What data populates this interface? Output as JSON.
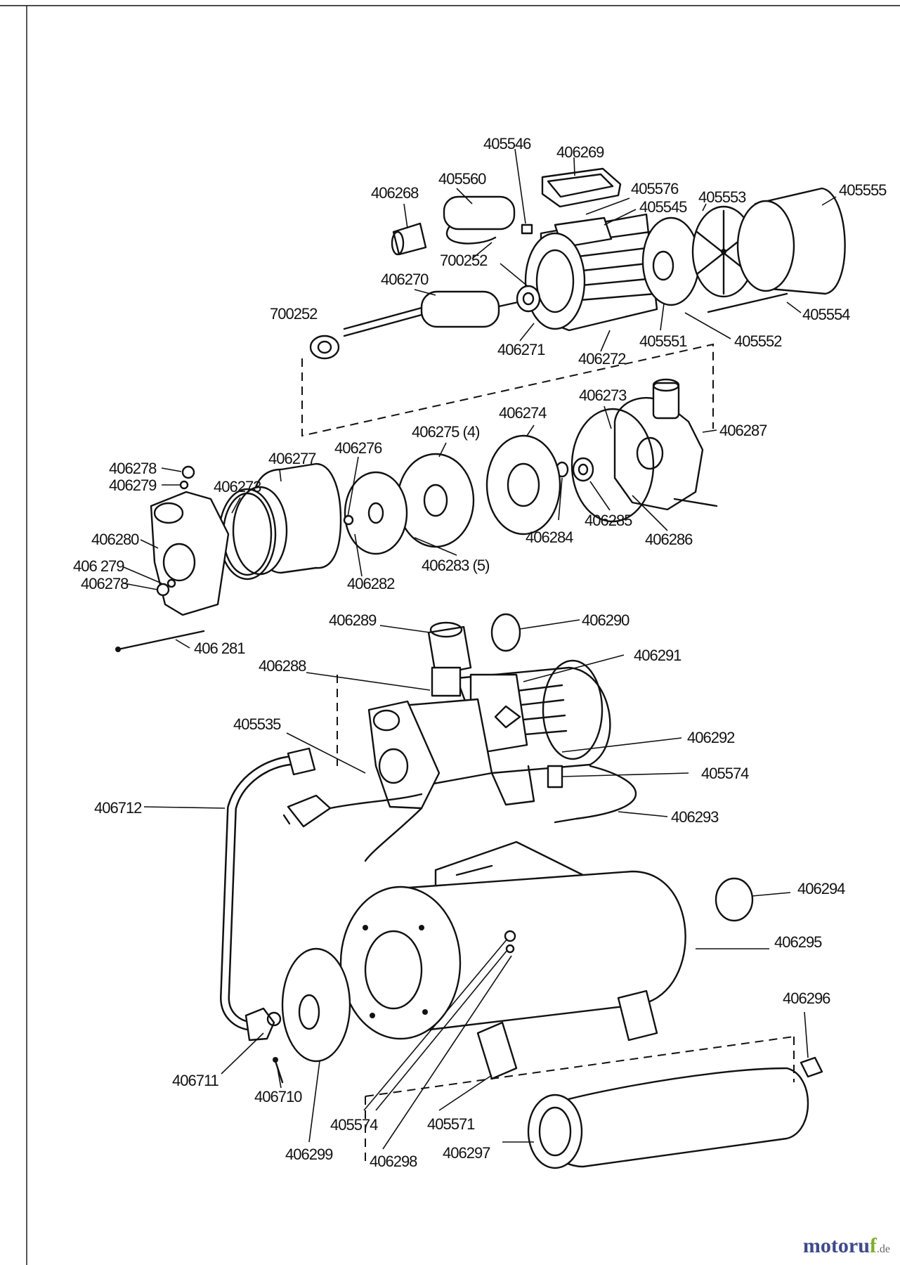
{
  "parts": [
    {
      "id": "p405546",
      "label": "405546"
    },
    {
      "id": "p406269",
      "label": "406269"
    },
    {
      "id": "p405560",
      "label": "405560"
    },
    {
      "id": "p406268",
      "label": "406268"
    },
    {
      "id": "p405576",
      "label": "405576"
    },
    {
      "id": "p405545",
      "label": "405545"
    },
    {
      "id": "p405553",
      "label": "405553"
    },
    {
      "id": "p405555",
      "label": "405555"
    },
    {
      "id": "p700252a",
      "label": "700252"
    },
    {
      "id": "p406270",
      "label": "406270"
    },
    {
      "id": "p700252b",
      "label": "700252"
    },
    {
      "id": "p405554",
      "label": "405554"
    },
    {
      "id": "p405551",
      "label": "405551"
    },
    {
      "id": "p405552",
      "label": "405552"
    },
    {
      "id": "p406271",
      "label": "406271"
    },
    {
      "id": "p406272",
      "label": "406272"
    },
    {
      "id": "p406273a",
      "label": "406273"
    },
    {
      "id": "p406274",
      "label": "406274"
    },
    {
      "id": "p406275",
      "label": "406275 (4)"
    },
    {
      "id": "p406287",
      "label": "406287"
    },
    {
      "id": "p406276",
      "label": "406276"
    },
    {
      "id": "p406277",
      "label": "406277"
    },
    {
      "id": "p406278a",
      "label": "406278"
    },
    {
      "id": "p406279a",
      "label": "406279"
    },
    {
      "id": "p406273b",
      "label": "406273"
    },
    {
      "id": "p406280",
      "label": "406280"
    },
    {
      "id": "p406285",
      "label": "406285"
    },
    {
      "id": "p406286",
      "label": "406286"
    },
    {
      "id": "p406284",
      "label": "406284"
    },
    {
      "id": "p406283",
      "label": "406283 (5)"
    },
    {
      "id": "p406279b",
      "label": "406 279"
    },
    {
      "id": "p406278b",
      "label": "406278"
    },
    {
      "id": "p406282",
      "label": "406282"
    },
    {
      "id": "p406281",
      "label": "406 281"
    },
    {
      "id": "p406289",
      "label": "406289"
    },
    {
      "id": "p406290",
      "label": "406290"
    },
    {
      "id": "p406291",
      "label": "406291"
    },
    {
      "id": "p406288",
      "label": "406288"
    },
    {
      "id": "p405535",
      "label": "405535"
    },
    {
      "id": "p406292",
      "label": "406292"
    },
    {
      "id": "p405574a",
      "label": "405574"
    },
    {
      "id": "p406712",
      "label": "406712"
    },
    {
      "id": "p406293",
      "label": "406293"
    },
    {
      "id": "p406294",
      "label": "406294"
    },
    {
      "id": "p406295",
      "label": "406295"
    },
    {
      "id": "p406296",
      "label": "406296"
    },
    {
      "id": "p406711",
      "label": "406711"
    },
    {
      "id": "p406710",
      "label": "406710"
    },
    {
      "id": "p405574b",
      "label": "405574"
    },
    {
      "id": "p405571",
      "label": "405571"
    },
    {
      "id": "p406299",
      "label": "406299"
    },
    {
      "id": "p406298",
      "label": "406298"
    },
    {
      "id": "p406297",
      "label": "406297"
    }
  ],
  "watermark": {
    "main": "motoru",
    "accent": "f",
    "tld": ".de"
  }
}
